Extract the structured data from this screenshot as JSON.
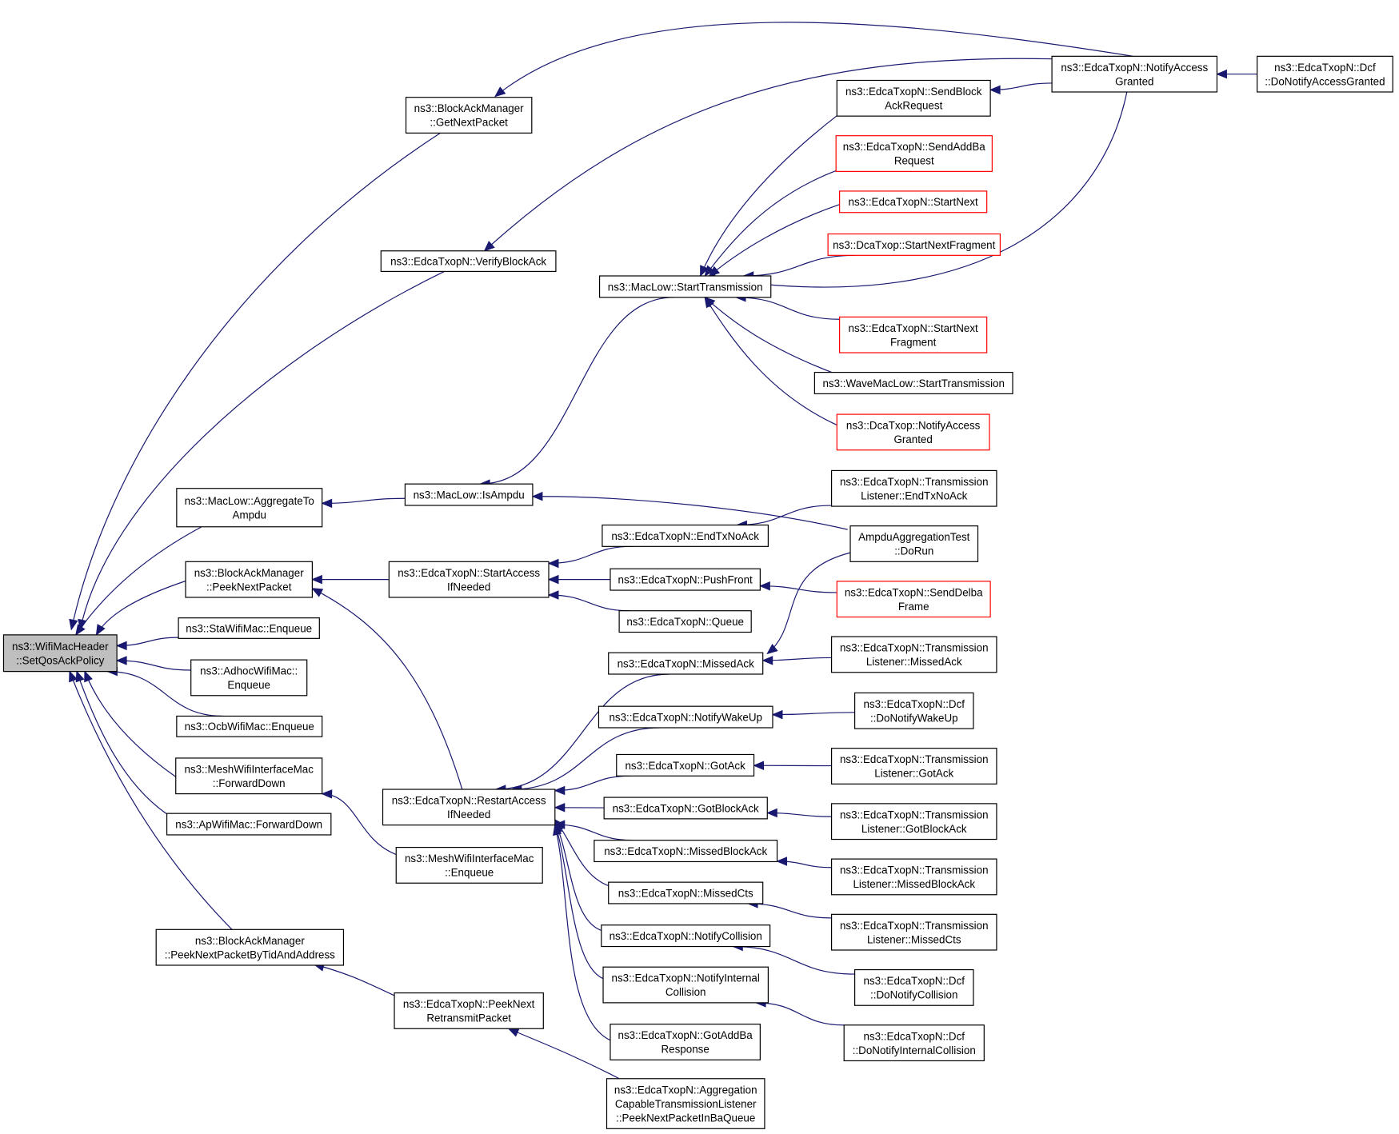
{
  "colors": {
    "edge": "#191970",
    "node_border": "#000000",
    "node_border_truncated": "#ff0000",
    "node_fill": "#ffffff",
    "focus_fill": "#bfbfbf"
  },
  "nodes": [
    {
      "id": "n0",
      "lines": [
        "ns3::WifiMacHeader",
        "::SetQosAckPolicy"
      ],
      "style": "focus"
    },
    {
      "id": "n1",
      "lines": [
        "ns3::BlockAckManager",
        "::GetNextPacket"
      ],
      "style": "normal"
    },
    {
      "id": "n2",
      "lines": [
        "ns3::EdcaTxopN::VerifyBlockAck"
      ],
      "style": "normal"
    },
    {
      "id": "n3",
      "lines": [
        "ns3::MacLow::AggregateTo",
        "Ampdu"
      ],
      "style": "normal"
    },
    {
      "id": "n4",
      "lines": [
        "ns3::BlockAckManager",
        "::PeekNextPacket"
      ],
      "style": "normal"
    },
    {
      "id": "n5",
      "lines": [
        "ns3::StaWifiMac::Enqueue"
      ],
      "style": "normal"
    },
    {
      "id": "n6",
      "lines": [
        "ns3::AdhocWifiMac::",
        "Enqueue"
      ],
      "style": "normal"
    },
    {
      "id": "n7",
      "lines": [
        "ns3::OcbWifiMac::Enqueue"
      ],
      "style": "normal"
    },
    {
      "id": "n8",
      "lines": [
        "ns3::MeshWifiInterfaceMac",
        "::ForwardDown"
      ],
      "style": "normal"
    },
    {
      "id": "n9",
      "lines": [
        "ns3::ApWifiMac::ForwardDown"
      ],
      "style": "normal"
    },
    {
      "id": "n10",
      "lines": [
        "ns3::BlockAckManager",
        "::PeekNextPacketByTidAndAddress"
      ],
      "style": "normal"
    },
    {
      "id": "n11",
      "lines": [
        "ns3::MacLow::IsAmpdu"
      ],
      "style": "normal"
    },
    {
      "id": "n12",
      "lines": [
        "ns3::MacLow::StartTransmission"
      ],
      "style": "normal"
    },
    {
      "id": "n13",
      "lines": [
        "ns3::EdcaTxopN::StartAccess",
        "IfNeeded"
      ],
      "style": "normal"
    },
    {
      "id": "n14",
      "lines": [
        "ns3::EdcaTxopN::RestartAccess",
        "IfNeeded"
      ],
      "style": "normal"
    },
    {
      "id": "n15",
      "lines": [
        "ns3::MeshWifiInterfaceMac",
        "::Enqueue"
      ],
      "style": "normal"
    },
    {
      "id": "n16",
      "lines": [
        "ns3::EdcaTxopN::PeekNext",
        "RetransmitPacket"
      ],
      "style": "normal"
    },
    {
      "id": "n17",
      "lines": [
        "ns3::EdcaTxopN::SendBlock",
        "AckRequest"
      ],
      "style": "normal"
    },
    {
      "id": "n18",
      "lines": [
        "ns3::EdcaTxopN::SendAddBa",
        "Request"
      ],
      "style": "truncated"
    },
    {
      "id": "n19",
      "lines": [
        "ns3::EdcaTxopN::StartNext"
      ],
      "style": "truncated"
    },
    {
      "id": "n20",
      "lines": [
        "ns3::DcaTxop::StartNextFragment"
      ],
      "style": "truncated"
    },
    {
      "id": "n21",
      "lines": [
        "ns3::EdcaTxopN::StartNext",
        "Fragment"
      ],
      "style": "truncated"
    },
    {
      "id": "n22",
      "lines": [
        "ns3::WaveMacLow::StartTransmission"
      ],
      "style": "normal"
    },
    {
      "id": "n23",
      "lines": [
        "ns3::DcaTxop::NotifyAccess",
        "Granted"
      ],
      "style": "truncated"
    },
    {
      "id": "n24",
      "lines": [
        "ns3::EdcaTxopN::EndTxNoAck"
      ],
      "style": "normal"
    },
    {
      "id": "n25",
      "lines": [
        "ns3::EdcaTxopN::PushFront"
      ],
      "style": "normal"
    },
    {
      "id": "n26",
      "lines": [
        "ns3::EdcaTxopN::Queue"
      ],
      "style": "normal"
    },
    {
      "id": "n27",
      "lines": [
        "ns3::EdcaTxopN::MissedAck"
      ],
      "style": "normal"
    },
    {
      "id": "n28",
      "lines": [
        "ns3::EdcaTxopN::NotifyWakeUp"
      ],
      "style": "normal"
    },
    {
      "id": "n29",
      "lines": [
        "ns3::EdcaTxopN::GotAck"
      ],
      "style": "normal"
    },
    {
      "id": "n30",
      "lines": [
        "ns3::EdcaTxopN::GotBlockAck"
      ],
      "style": "normal"
    },
    {
      "id": "n31",
      "lines": [
        "ns3::EdcaTxopN::MissedBlockAck"
      ],
      "style": "normal"
    },
    {
      "id": "n32",
      "lines": [
        "ns3::EdcaTxopN::MissedCts"
      ],
      "style": "normal"
    },
    {
      "id": "n33",
      "lines": [
        "ns3::EdcaTxopN::NotifyCollision"
      ],
      "style": "normal"
    },
    {
      "id": "n34",
      "lines": [
        "ns3::EdcaTxopN::NotifyInternal",
        "Collision"
      ],
      "style": "normal"
    },
    {
      "id": "n35",
      "lines": [
        "ns3::EdcaTxopN::GotAddBa",
        "Response"
      ],
      "style": "normal"
    },
    {
      "id": "n36",
      "lines": [
        "ns3::EdcaTxopN::Aggregation",
        "CapableTransmissionListener",
        "::PeekNextPacketInBaQueue"
      ],
      "style": "normal"
    },
    {
      "id": "n37",
      "lines": [
        "ns3::EdcaTxopN::NotifyAccess",
        "Granted"
      ],
      "style": "normal"
    },
    {
      "id": "n38",
      "lines": [
        "ns3::EdcaTxopN::Transmission",
        "Listener::EndTxNoAck"
      ],
      "style": "normal"
    },
    {
      "id": "n39",
      "lines": [
        "AmpduAggregationTest",
        "::DoRun"
      ],
      "style": "normal"
    },
    {
      "id": "n40",
      "lines": [
        "ns3::EdcaTxopN::SendDelba",
        "Frame"
      ],
      "style": "truncated"
    },
    {
      "id": "n41",
      "lines": [
        "ns3::EdcaTxopN::Transmission",
        "Listener::MissedAck"
      ],
      "style": "normal"
    },
    {
      "id": "n42",
      "lines": [
        "ns3::EdcaTxopN::Dcf",
        "::DoNotifyWakeUp"
      ],
      "style": "normal"
    },
    {
      "id": "n43",
      "lines": [
        "ns3::EdcaTxopN::Transmission",
        "Listener::GotAck"
      ],
      "style": "normal"
    },
    {
      "id": "n44",
      "lines": [
        "ns3::EdcaTxopN::Transmission",
        "Listener::GotBlockAck"
      ],
      "style": "normal"
    },
    {
      "id": "n45",
      "lines": [
        "ns3::EdcaTxopN::Transmission",
        "Listener::MissedBlockAck"
      ],
      "style": "normal"
    },
    {
      "id": "n46",
      "lines": [
        "ns3::EdcaTxopN::Transmission",
        "Listener::MissedCts"
      ],
      "style": "normal"
    },
    {
      "id": "n47",
      "lines": [
        "ns3::EdcaTxopN::Dcf",
        "::DoNotifyCollision"
      ],
      "style": "normal"
    },
    {
      "id": "n48",
      "lines": [
        "ns3::EdcaTxopN::Dcf",
        "::DoNotifyInternalCollision"
      ],
      "style": "normal"
    },
    {
      "id": "n49",
      "lines": [
        "ns3::EdcaTxopN::Dcf",
        "::DoNotifyAccessGranted"
      ],
      "style": "normal"
    }
  ],
  "edges": [
    [
      "n0",
      "n1"
    ],
    [
      "n0",
      "n2"
    ],
    [
      "n0",
      "n3"
    ],
    [
      "n0",
      "n4"
    ],
    [
      "n0",
      "n5"
    ],
    [
      "n0",
      "n6"
    ],
    [
      "n0",
      "n7"
    ],
    [
      "n0",
      "n8"
    ],
    [
      "n0",
      "n9"
    ],
    [
      "n0",
      "n10"
    ],
    [
      "n1",
      "n37"
    ],
    [
      "n2",
      "n37"
    ],
    [
      "n3",
      "n11"
    ],
    [
      "n4",
      "n13"
    ],
    [
      "n4",
      "n14"
    ],
    [
      "n8",
      "n15"
    ],
    [
      "n10",
      "n16"
    ],
    [
      "n11",
      "n12"
    ],
    [
      "n11",
      "n39"
    ],
    [
      "n12",
      "n17"
    ],
    [
      "n12",
      "n18"
    ],
    [
      "n12",
      "n19"
    ],
    [
      "n12",
      "n20"
    ],
    [
      "n12",
      "n37"
    ],
    [
      "n12",
      "n21"
    ],
    [
      "n12",
      "n22"
    ],
    [
      "n12",
      "n23"
    ],
    [
      "n13",
      "n24"
    ],
    [
      "n13",
      "n25"
    ],
    [
      "n13",
      "n26"
    ],
    [
      "n14",
      "n27"
    ],
    [
      "n14",
      "n28"
    ],
    [
      "n14",
      "n29"
    ],
    [
      "n14",
      "n30"
    ],
    [
      "n14",
      "n31"
    ],
    [
      "n14",
      "n32"
    ],
    [
      "n14",
      "n33"
    ],
    [
      "n14",
      "n34"
    ],
    [
      "n14",
      "n35"
    ],
    [
      "n16",
      "n36"
    ],
    [
      "n17",
      "n37"
    ],
    [
      "n24",
      "n38"
    ],
    [
      "n25",
      "n40"
    ],
    [
      "n27",
      "n39"
    ],
    [
      "n27",
      "n41"
    ],
    [
      "n28",
      "n42"
    ],
    [
      "n29",
      "n43"
    ],
    [
      "n30",
      "n44"
    ],
    [
      "n31",
      "n45"
    ],
    [
      "n32",
      "n46"
    ],
    [
      "n33",
      "n47"
    ],
    [
      "n34",
      "n48"
    ],
    [
      "n37",
      "n49"
    ]
  ]
}
